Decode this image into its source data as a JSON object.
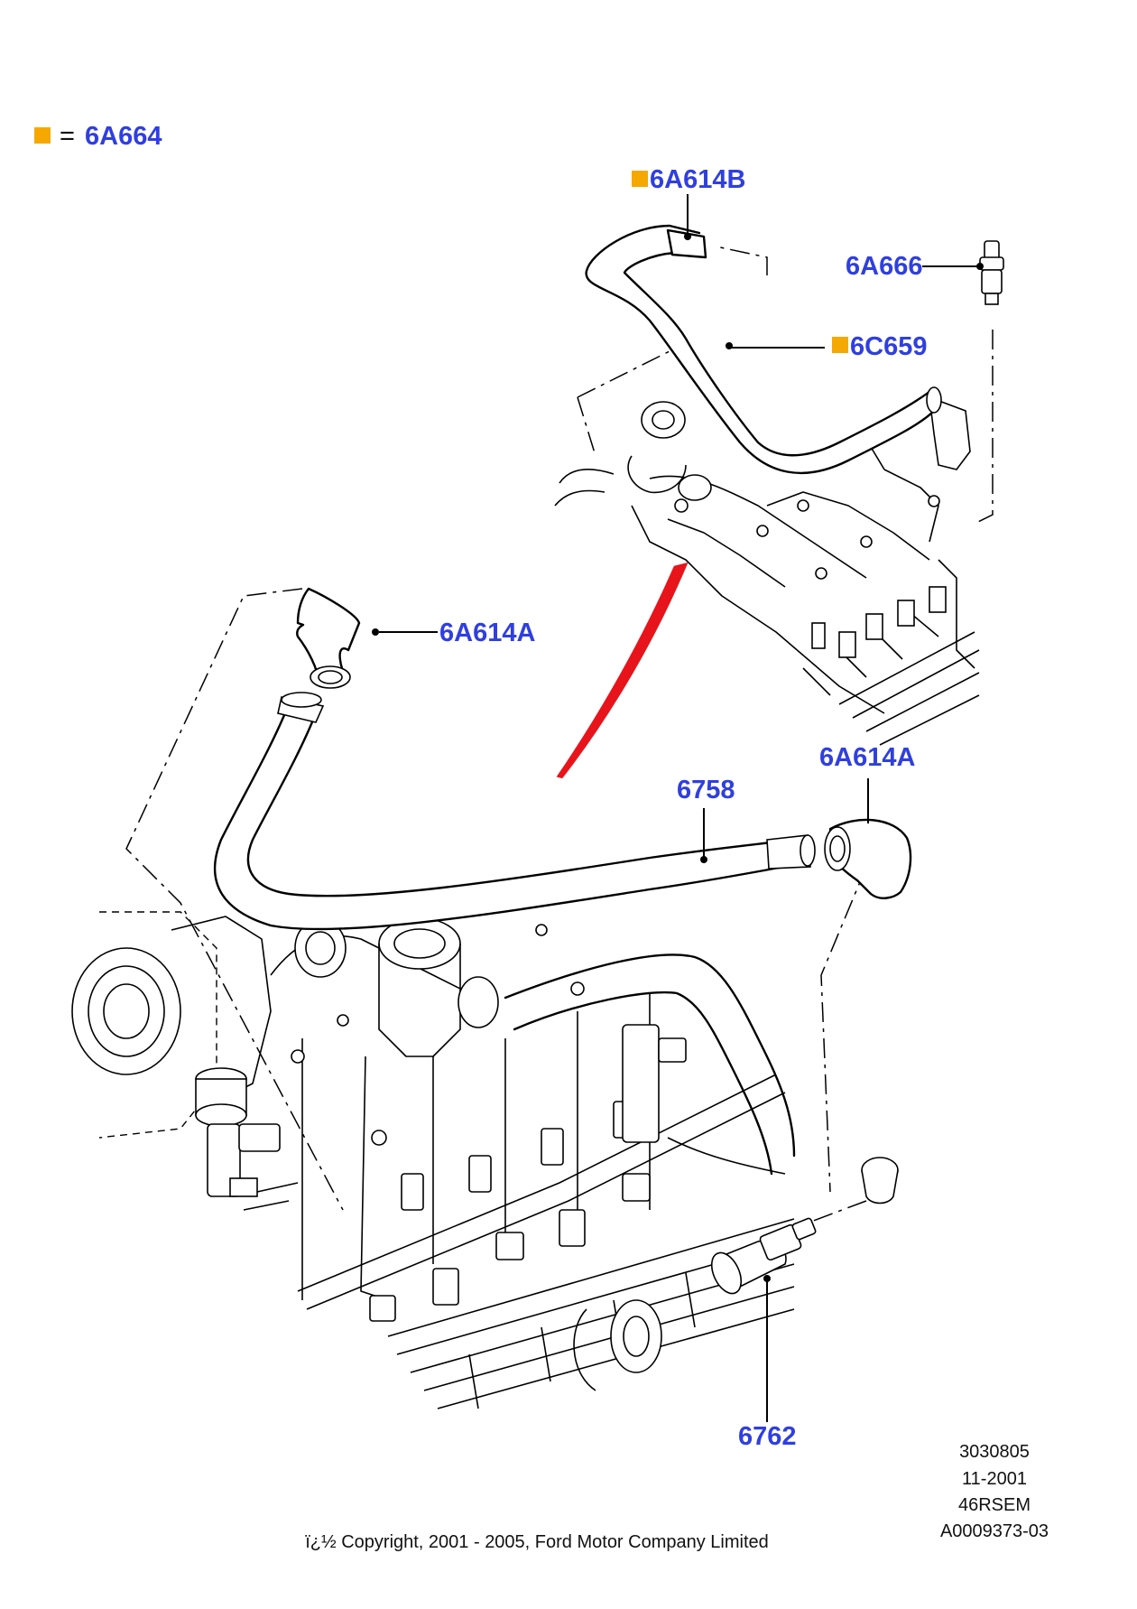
{
  "legend": {
    "swatch_color": "#f5a800",
    "equals": "=",
    "part": "6A664"
  },
  "colors": {
    "label": "#2f3fe0",
    "marker": "#f5a800",
    "arrow": "#e8141b"
  },
  "callouts": {
    "hose_upper": "6A614B",
    "valve": "6A666",
    "hose_mid": "6C659",
    "elbow_left": "6A614A",
    "elbow_right": "6A614A",
    "tube": "6758",
    "sensor": "6762"
  },
  "meta": {
    "line1": "3030805",
    "line2": "11-2001",
    "line3": "46RSEM",
    "line4": "A0009373-03"
  },
  "copyright": "ï¿½ Copyright, 2001 - 2005, Ford Motor Company Limited"
}
